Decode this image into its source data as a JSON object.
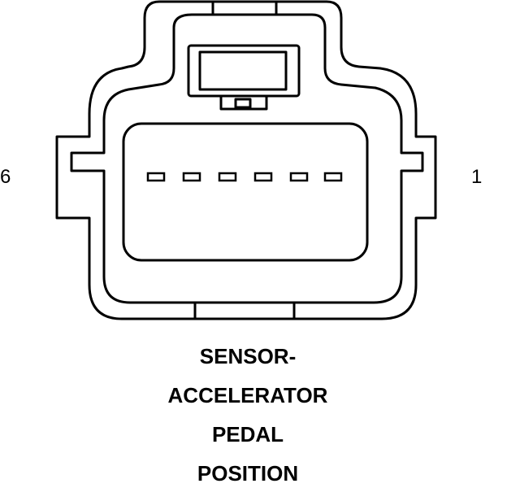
{
  "connector": {
    "pin_count": 6,
    "left_pin_label": "6",
    "right_pin_label": "1",
    "outline_color": "#000000",
    "background_color": "#ffffff"
  },
  "caption": {
    "lines": [
      "SENSOR-",
      "ACCELERATOR",
      "PEDAL",
      "POSITION"
    ]
  }
}
